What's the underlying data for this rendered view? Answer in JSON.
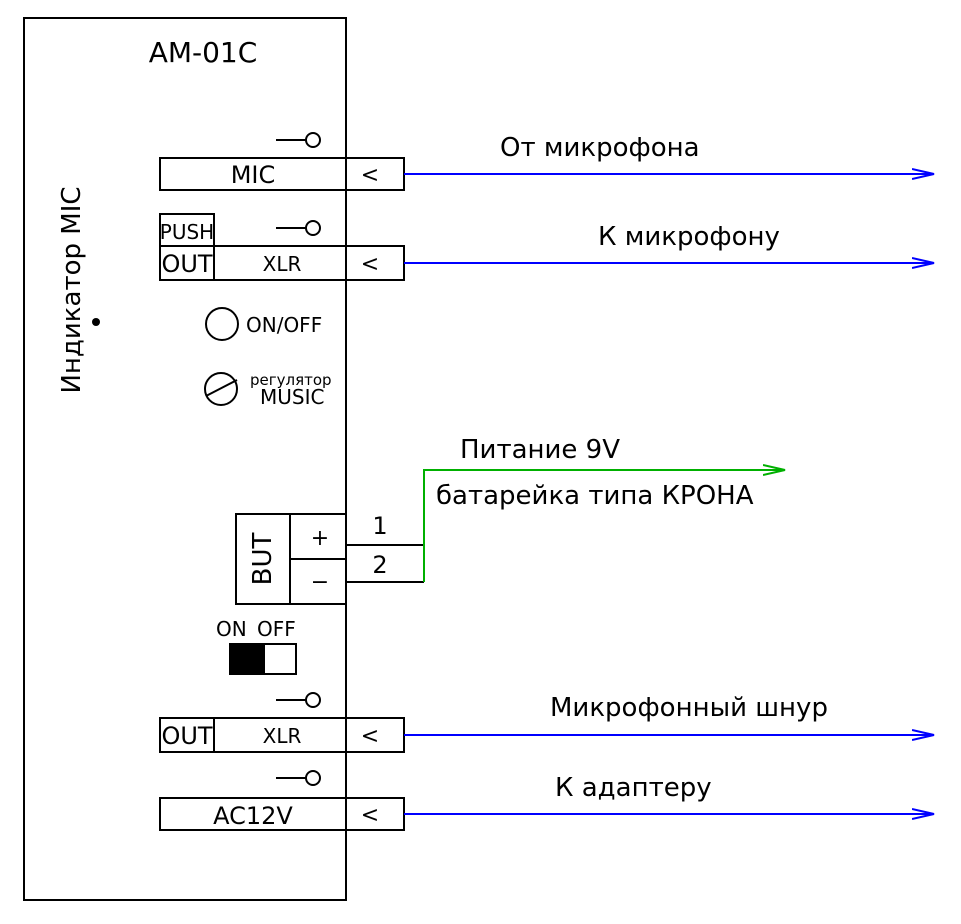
{
  "device": {
    "model": "AM-01C",
    "indicator_label": "Индикатор MIC",
    "push_label": "PUSH",
    "power_button_label": "ON/OFF",
    "regulator_label": "регулятор",
    "regulator_sub": "MUSIC",
    "battery_block_label": "BUT",
    "battery_plus": "+",
    "battery_minus": "−",
    "switch_on": "ON",
    "switch_off": "OFF"
  },
  "connectors": [
    {
      "id": "mic",
      "prefix": "",
      "label": "MIC",
      "arrow": "<"
    },
    {
      "id": "xlr-out-top",
      "prefix": "OUT",
      "label": "XLR",
      "arrow": "<"
    },
    {
      "id": "xlr-out-bottom",
      "prefix": "OUT",
      "label": "XLR",
      "arrow": "<"
    },
    {
      "id": "ac12v",
      "prefix": "",
      "label": "AC12V",
      "arrow": "<"
    }
  ],
  "battery_pins": [
    "1",
    "2"
  ],
  "wires": [
    {
      "id": "from-mic",
      "label": "От микрофона",
      "color": "#0000ff"
    },
    {
      "id": "to-mic",
      "label": "К микрофону",
      "color": "#0000ff"
    },
    {
      "id": "power",
      "label": "Питание  9V",
      "label2": "батарейка типа КРОНА",
      "color": "#00b000"
    },
    {
      "id": "mic-cord",
      "label": "Микрофонный шнур",
      "color": "#0000ff"
    },
    {
      "id": "to-adapter",
      "label": "К адаптеру",
      "color": "#0000ff"
    }
  ]
}
